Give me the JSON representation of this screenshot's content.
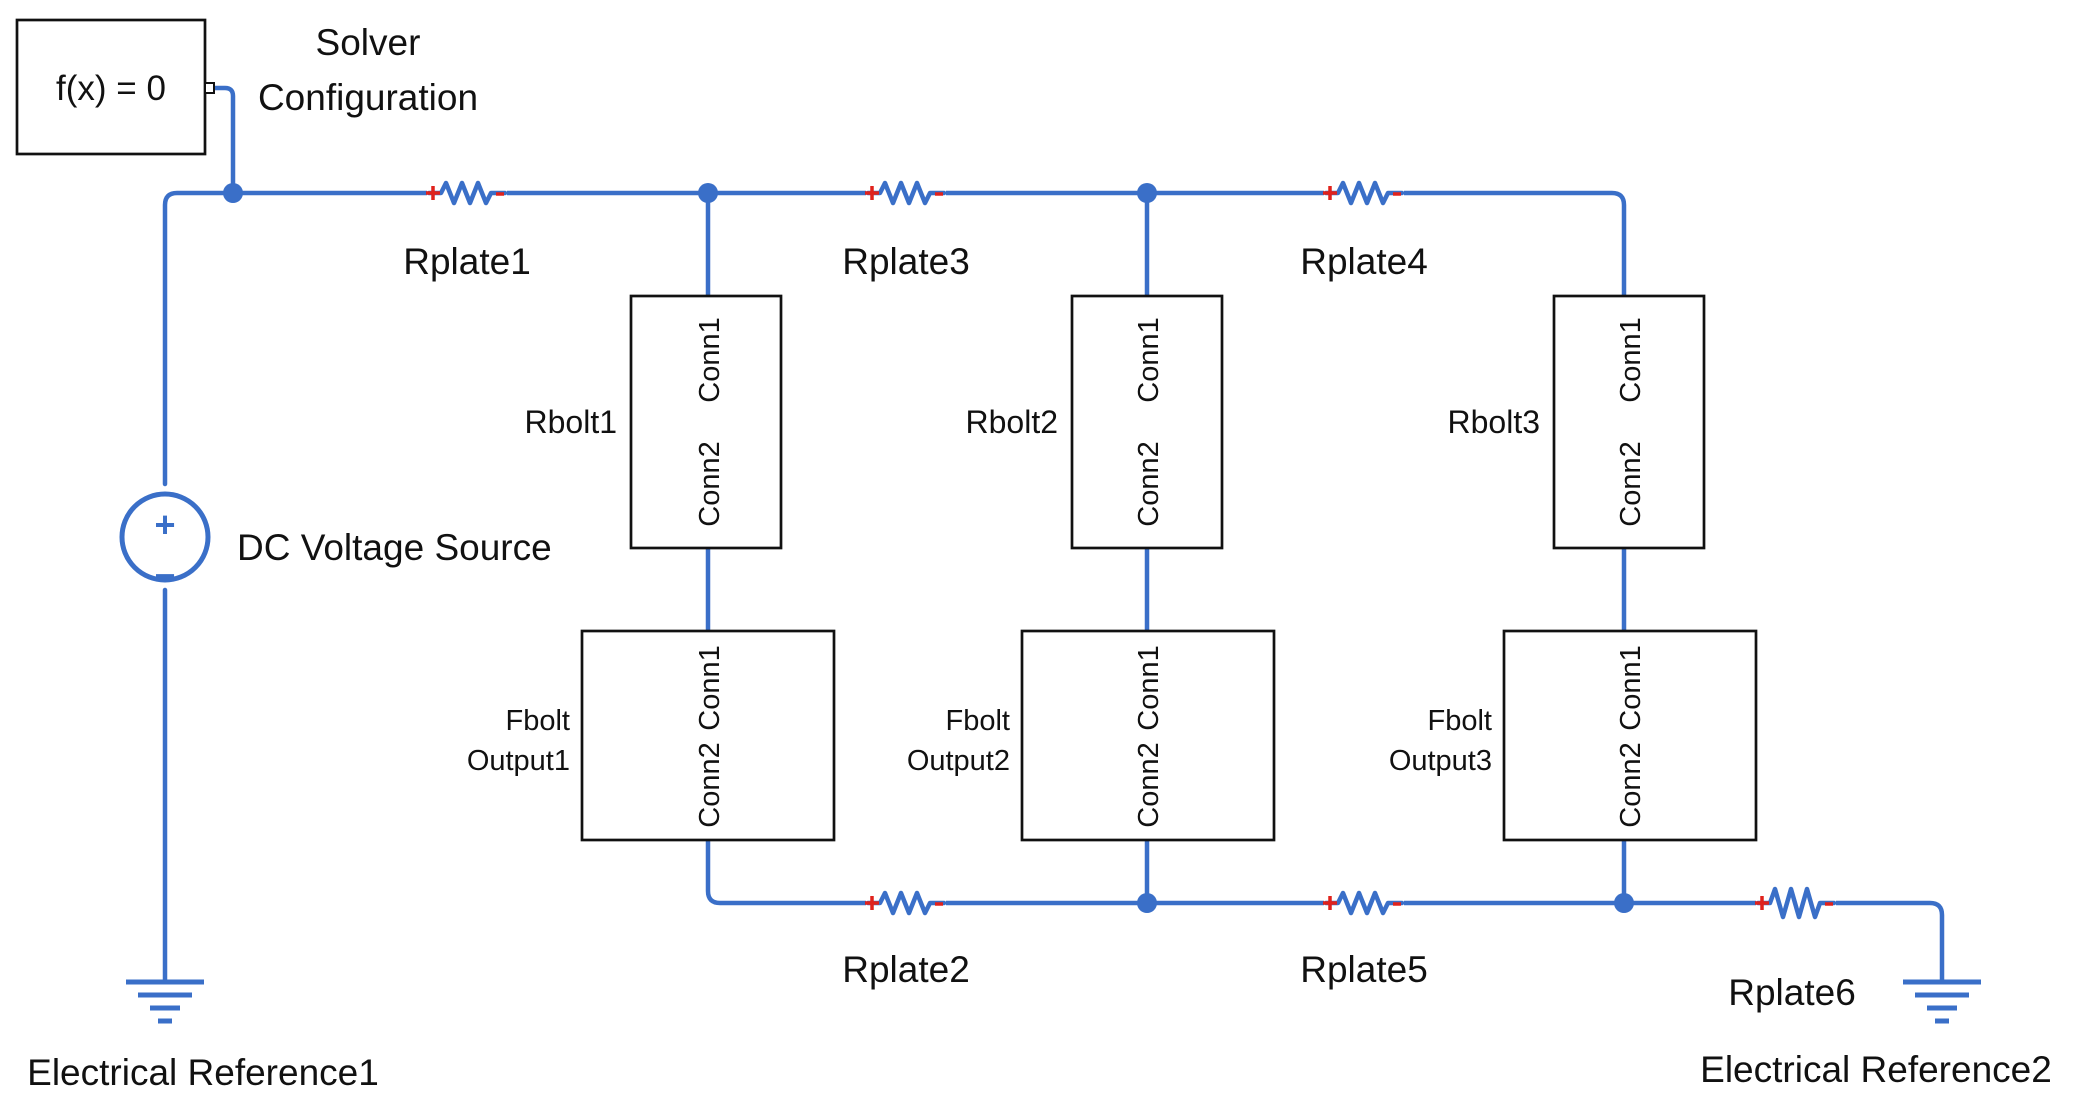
{
  "diagram": {
    "colors": {
      "wire": "#3a6fc8",
      "polarity_mark": "#e0221c",
      "text": "#111111",
      "background": "#ffffff"
    },
    "solver": {
      "block_text": "f(x) = 0",
      "label_line1": "Solver",
      "label_line2": "Configuration"
    },
    "source": {
      "label": "DC Voltage Source",
      "plus": "+",
      "minus": "−"
    },
    "plate_resistors": {
      "r1": "Rplate1",
      "r2": "Rplate2",
      "r3": "Rplate3",
      "r4": "Rplate4",
      "r5": "Rplate5",
      "r6": "Rplate6"
    },
    "bolts": [
      {
        "label": "Rbolt1"
      },
      {
        "label": "Rbolt2"
      },
      {
        "label": "Rbolt3"
      }
    ],
    "force_outputs": [
      {
        "label_line1": "Fbolt",
        "label_line2": "Output1"
      },
      {
        "label_line1": "Fbolt",
        "label_line2": "Output2"
      },
      {
        "label_line1": "Fbolt",
        "label_line2": "Output3"
      }
    ],
    "ports": {
      "conn1": "Conn1",
      "conn2": "Conn2"
    },
    "grounds": {
      "g1": "Electrical Reference1",
      "g2": "Electrical Reference2"
    }
  }
}
